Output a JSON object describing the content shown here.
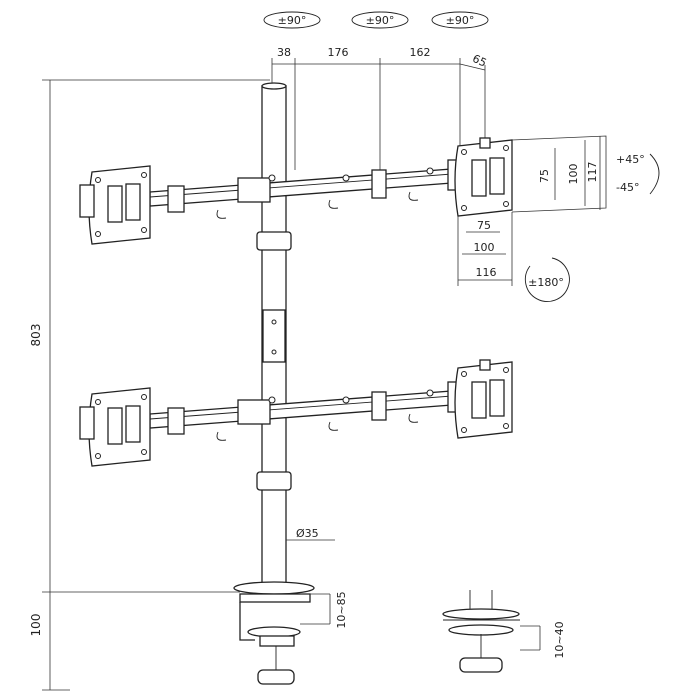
{
  "rotation": {
    "left": "±90°",
    "middle": "±90°",
    "right": "±90°"
  },
  "arm_dims": {
    "d38": "38",
    "d176": "176",
    "d162": "162",
    "d65": "65"
  },
  "vesa": {
    "h75": "75",
    "h100": "100",
    "h117": "117",
    "w75": "75",
    "w100": "100",
    "w116": "116"
  },
  "tilt": {
    "up": "+45°",
    "down": "-45°"
  },
  "swivel": "±180°",
  "height_total": "803",
  "height_base": "100",
  "pole_diameter": "Ø35",
  "clamp_range": "10~85",
  "grommet_range": "10~40",
  "colors": {
    "line": "#222222",
    "background": "#ffffff"
  }
}
